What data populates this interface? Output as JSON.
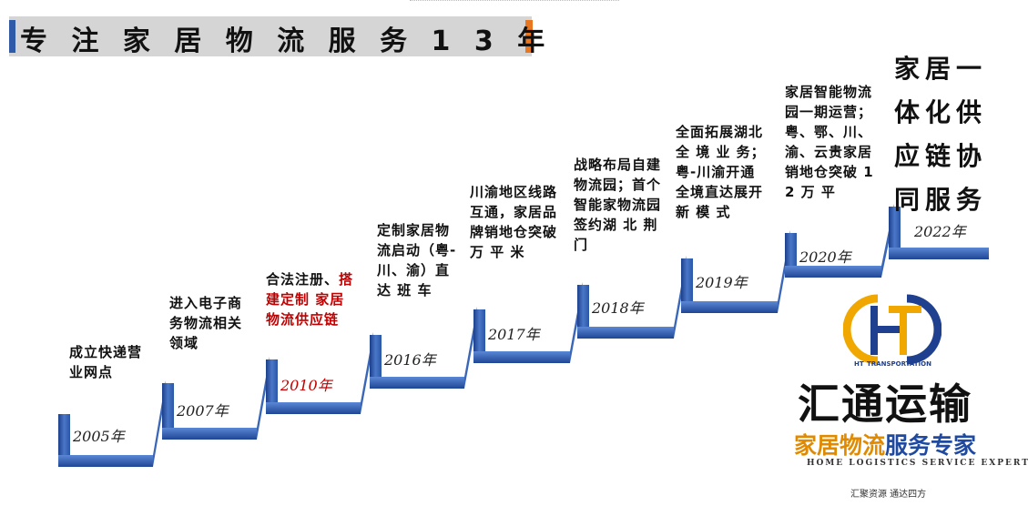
{
  "title": "专 注 家 居 物 流 服 务 1 3 年",
  "milestones": [
    {
      "year": "2005年",
      "text": "成立快递营业网点"
    },
    {
      "year": "2007年",
      "text": "进入电子商务物流相关领域"
    },
    {
      "year": "2010年",
      "text_black": "合法注册、",
      "text_red": "搭建定制 家居物流供应链"
    },
    {
      "year": "2016年",
      "text": "定制家居物流启动（粤-川、渝）直达 班 车"
    },
    {
      "year": "2017年",
      "text": "川渝地区线路互通，家居品牌销地仓突破万 平 米"
    },
    {
      "year": "2018年",
      "text": "战略布局自建物流园；首个智能家物流园签约湖 北 荆 门"
    },
    {
      "year": "2019年",
      "text": "全面拓展湖北全 境 业 务；粤-川渝开通全境直达展开 新 模 式"
    },
    {
      "year": "2020年",
      "text": "家居智能物流园一期运营；粤、鄂、川、渝、云贵家居销地仓突破 1 2 万 平"
    },
    {
      "year": "2022年",
      "text": "家居一体化供应链协同服务"
    }
  ],
  "brand": {
    "logo_letters": "HT",
    "logo_sub": "TRANSPORTATION",
    "name_cn": "汇通运输",
    "tagline_a": "家居物流",
    "tagline_b": "服务专家",
    "tagline_en": "HOME LOGISTICS SERVICE EXPERTS",
    "footer": "汇聚资源 通达四方"
  },
  "colors": {
    "accent_blue": "#2e5aa8",
    "accent_orange": "#e87722",
    "highlight_red": "#c00000"
  }
}
